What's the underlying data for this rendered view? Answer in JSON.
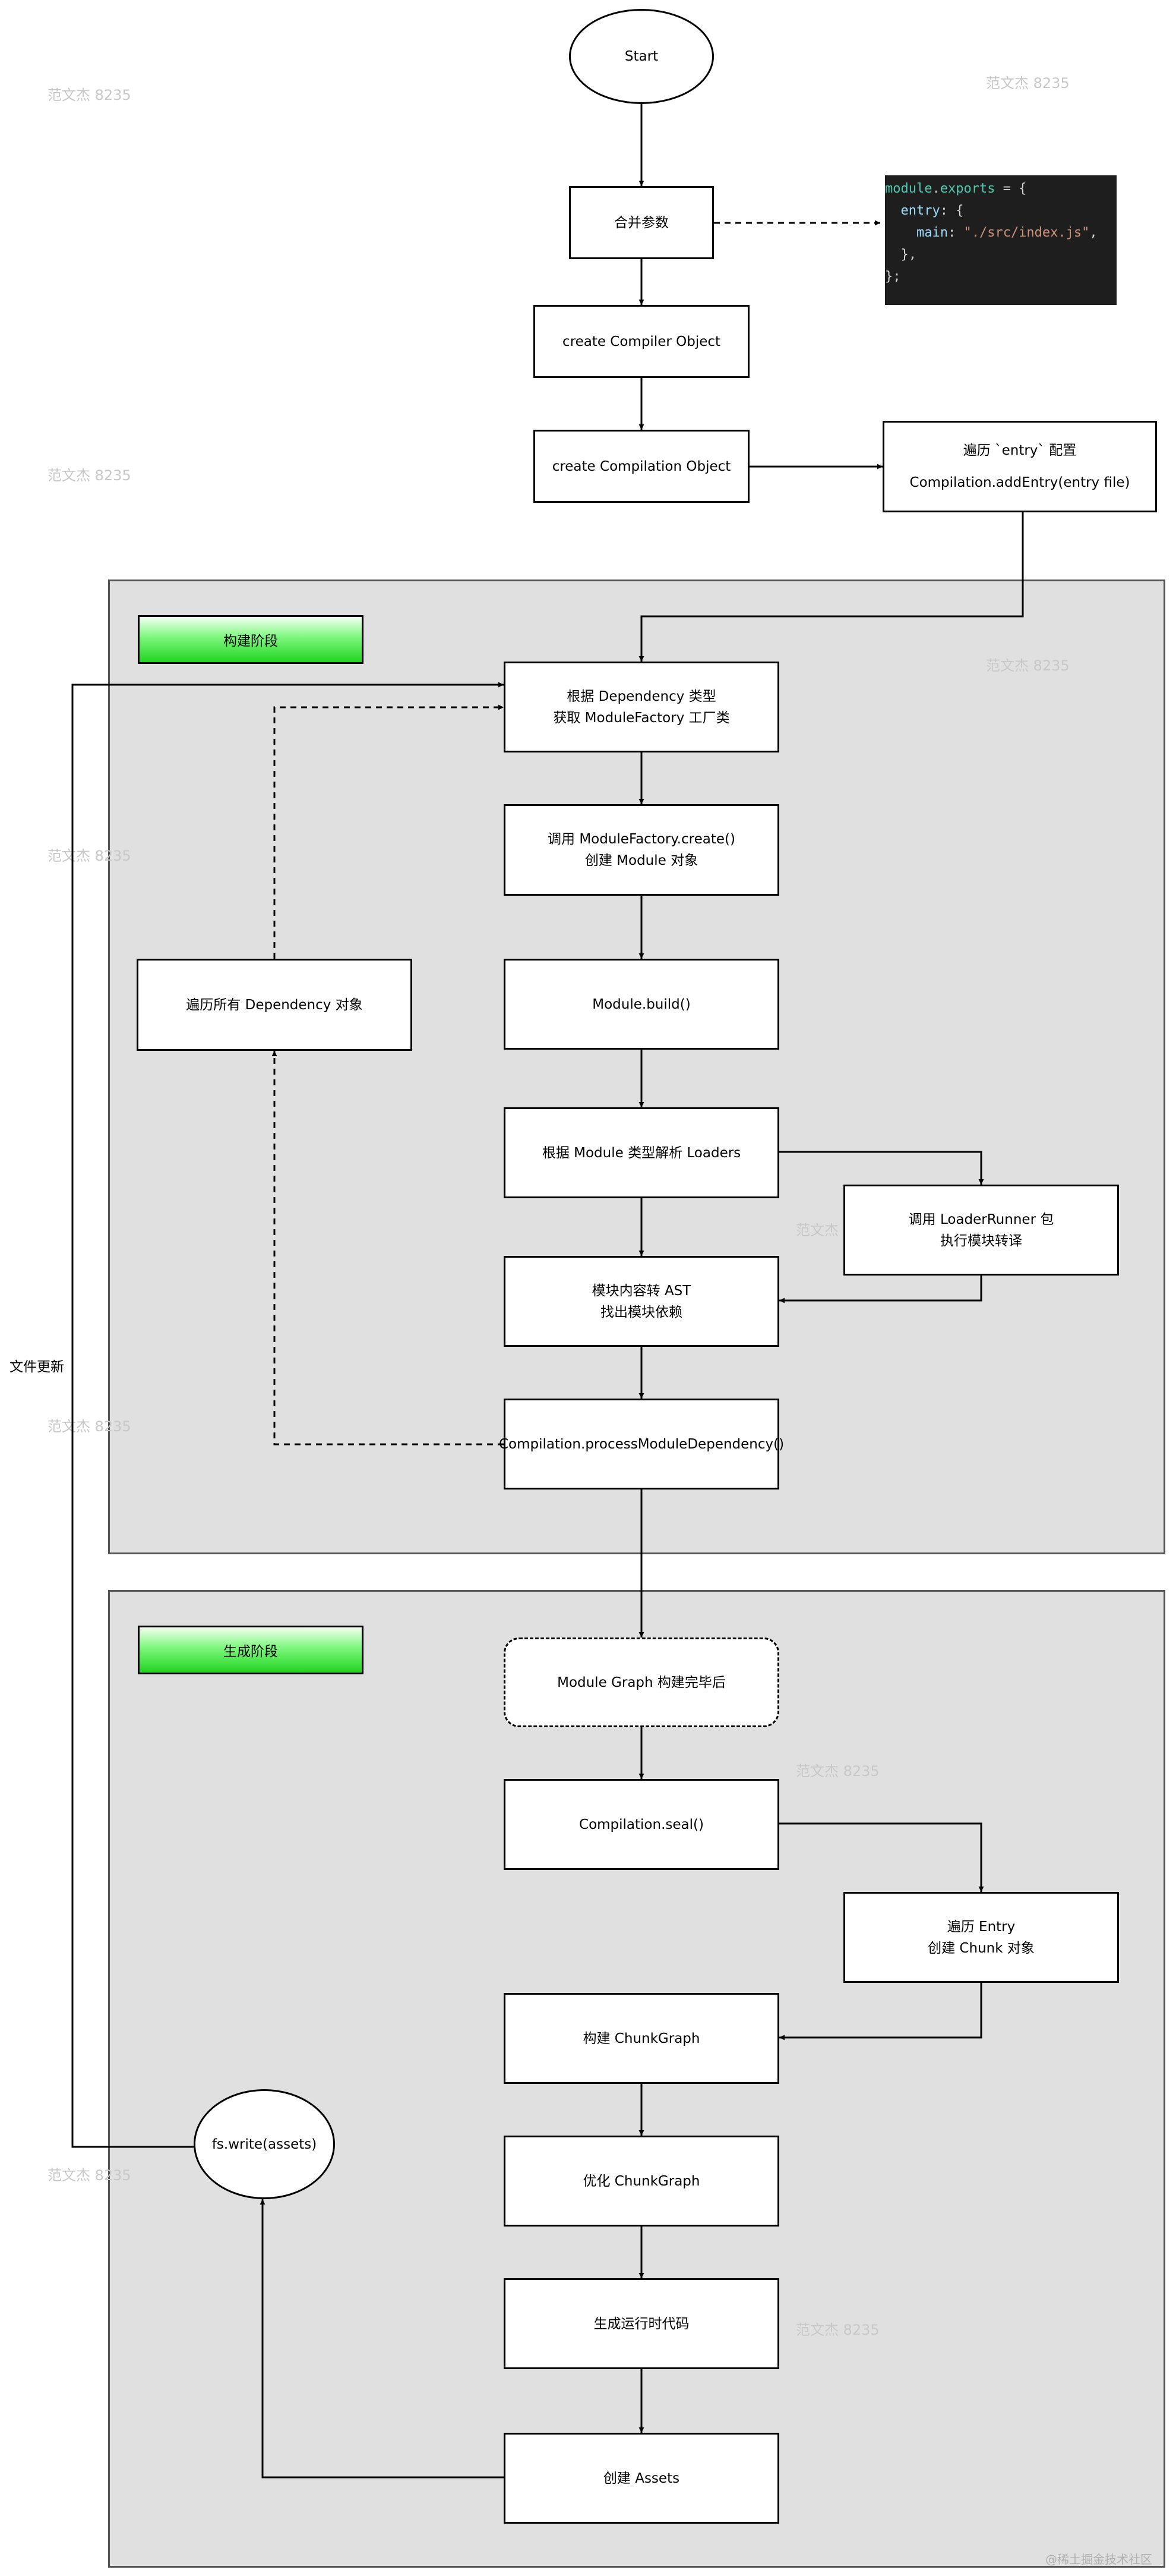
{
  "nodes": {
    "start": "Start",
    "merge_params": "合并参数",
    "create_compiler": "create Compiler Object",
    "create_compilation": "create Compilation Object",
    "traverse_entry_line1": "遍历 `entry` 配置",
    "traverse_entry_line2": "Compilation.addEntry(entry file)",
    "get_factory_line1": "根据 Dependency 类型",
    "get_factory_line2": "获取 ModuleFactory 工厂类",
    "create_module_line1": "调用 ModuleFactory.create()",
    "create_module_line2": "创建 Module 对象",
    "module_build": "Module.build()",
    "resolve_loaders": "根据 Module 类型解析 Loaders",
    "loader_runner_line1": "调用 LoaderRunner 包",
    "loader_runner_line2": "执行模块转译",
    "to_ast_line1": "模块内容转 AST",
    "to_ast_line2": "找出模块依赖",
    "process_dependency": "Compilation.processModuleDependency()",
    "traverse_dependencies": "遍历所有 Dependency 对象",
    "module_graph_done": "Module Graph 构建完毕后",
    "seal": "Compilation.seal()",
    "traverse_entry_chunk_line1": "遍历 Entry",
    "traverse_entry_chunk_line2": "创建 Chunk 对象",
    "build_chunkgraph": "构建 ChunkGraph",
    "optimize_chunkgraph": "优化 ChunkGraph",
    "gen_runtime": "生成运行时代码",
    "create_assets": "创建 Assets",
    "fs_write": "fs.write(assets)"
  },
  "phases": {
    "build": "构建阶段",
    "generate": "生成阶段"
  },
  "side_label": "文件更新",
  "code_snippet": {
    "line1_kw": "module",
    "line1_dot": ".",
    "line1_prop": "exports",
    "line1_rest": " = {",
    "line2_key": "entry",
    "line2_rest": ": {",
    "line3_key": "main",
    "line3_colon": ": ",
    "line3_str": "\"./src/index.js\"",
    "line3_end": ",",
    "line4": "  },",
    "line5": "};"
  },
  "watermark": "范文杰 8235",
  "footer": "@稀土掘金技术社区",
  "colors": {
    "phase_bg": "#e0e0e0",
    "banner_green": "#22d422",
    "code_bg": "#1e1e1e"
  }
}
